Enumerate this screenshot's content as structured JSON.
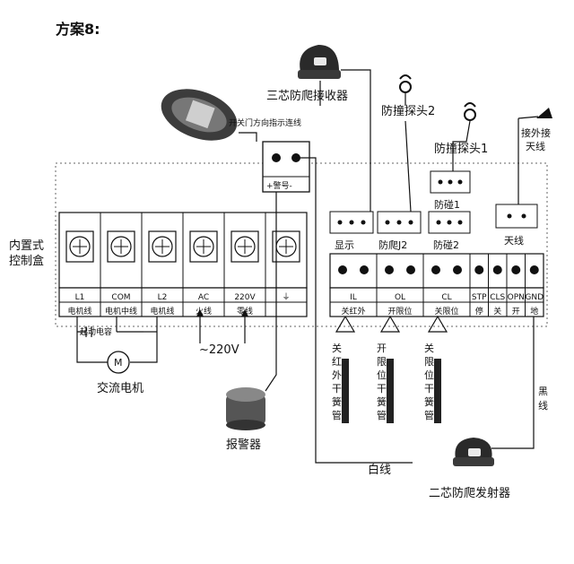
{
  "title": "方案8:",
  "labels": {
    "three_core_receiver": "三芯防爬接收器",
    "door_direction_line": "开关门方向指示连线",
    "anti_collision_probe_2": "防撞探头2",
    "anti_collision_probe_1": "防撞探头1",
    "external_antenna": [
      "接外接",
      "天线"
    ],
    "warning_terminal": "+警号-",
    "builtin_control_box": [
      "内置式",
      "控制盒"
    ],
    "display": "显示",
    "anti_climb_j2": "防爬J2",
    "collision_1": "防碰1",
    "collision_2": "防碰2",
    "antenna": "天线",
    "start_capacitor": "起动电容",
    "ac_motor": "交流电机",
    "motor_symbol": "M",
    "voltage": "~220V",
    "alarm": "报警器",
    "close_ir_switch": [
      "关",
      "红",
      "外",
      "干",
      "簧",
      "管"
    ],
    "open_limit_switch": [
      "开",
      "限",
      "位",
      "干",
      "簧",
      "管"
    ],
    "close_limit_switch": [
      "关",
      "限",
      "位",
      "干",
      "簧",
      "管"
    ],
    "black_wire": [
      "黑",
      "线"
    ],
    "white_wire": "白线",
    "two_core_transmitter": "二芯防爬发射器"
  },
  "power_terminals": [
    {
      "code": "L1",
      "name": "电机线"
    },
    {
      "code": "COM",
      "name": "电机中线"
    },
    {
      "code": "L2",
      "name": "电机线"
    },
    {
      "code": "AC",
      "name": "火线"
    },
    {
      "code": "220V",
      "name": "零线"
    },
    {
      "code": "⏚",
      "name": ""
    }
  ],
  "signal_terminals": [
    {
      "code": "IL",
      "name": "关红外"
    },
    {
      "code": "OL",
      "name": "开限位"
    },
    {
      "code": "CL",
      "name": "关限位"
    },
    {
      "code": "STP",
      "name": "停"
    },
    {
      "code": "CLS",
      "name": "关"
    },
    {
      "code": "OPN",
      "name": "开"
    },
    {
      "code": "GND",
      "name": "地"
    }
  ]
}
